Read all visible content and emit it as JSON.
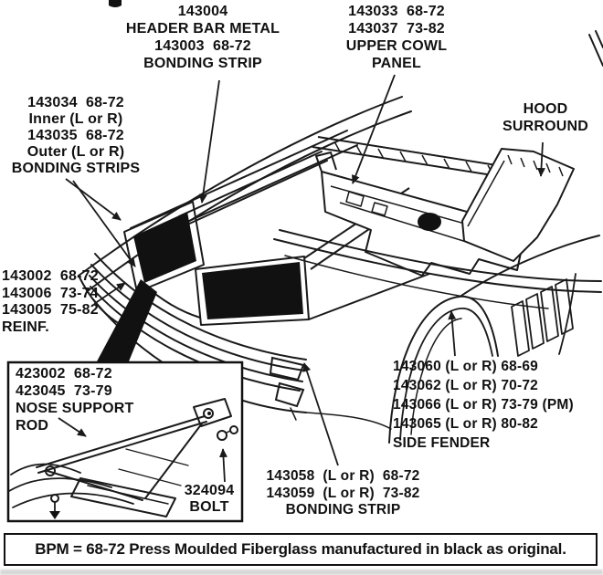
{
  "labels": {
    "header_bar": {
      "lines": [
        "143004",
        "HEADER BAR METAL",
        "143003  68-72",
        "BONDING STRIP"
      ]
    },
    "upper_cowl": {
      "lines": [
        "143033  68-72",
        "143037  73-82",
        "UPPER COWL",
        "PANEL"
      ]
    },
    "hood_surround": {
      "lines": [
        "HOOD",
        "SURROUND"
      ]
    },
    "bonding_strips": {
      "lines": [
        "143034  68-72",
        "Inner (L or R)",
        "143035  68-72",
        "Outer (L or R)",
        "BONDING STRIPS"
      ]
    },
    "reinf": {
      "lines": [
        "143002  68-72",
        "143006  73-74",
        "143005  75-82",
        "REINF."
      ]
    },
    "nose_support_rod": {
      "lines": [
        "423002  68-72",
        "423045  73-79",
        "NOSE SUPPORT",
        "ROD"
      ]
    },
    "bolt": {
      "lines": [
        "324094",
        "BOLT"
      ]
    },
    "bonding_strip_lower": {
      "lines": [
        "143058  (L or R)  68-72",
        "143059  (L or R)  73-82",
        "BONDING STRIP"
      ]
    },
    "side_fender": {
      "lines": [
        "143060 (L or R) 68-69",
        "143062 (L or R) 70-72",
        "143066 (L or R) 73-79 (PM)",
        "143065 (L or R) 80-82",
        "SIDE FENDER"
      ]
    }
  },
  "banner": {
    "text": "BPM = 68-72 Press Moulded Fiberglass manufactured in black as original."
  },
  "colors": {
    "ink": "#1a1a1a",
    "black_fill": "#111111",
    "background": "#ffffff"
  }
}
